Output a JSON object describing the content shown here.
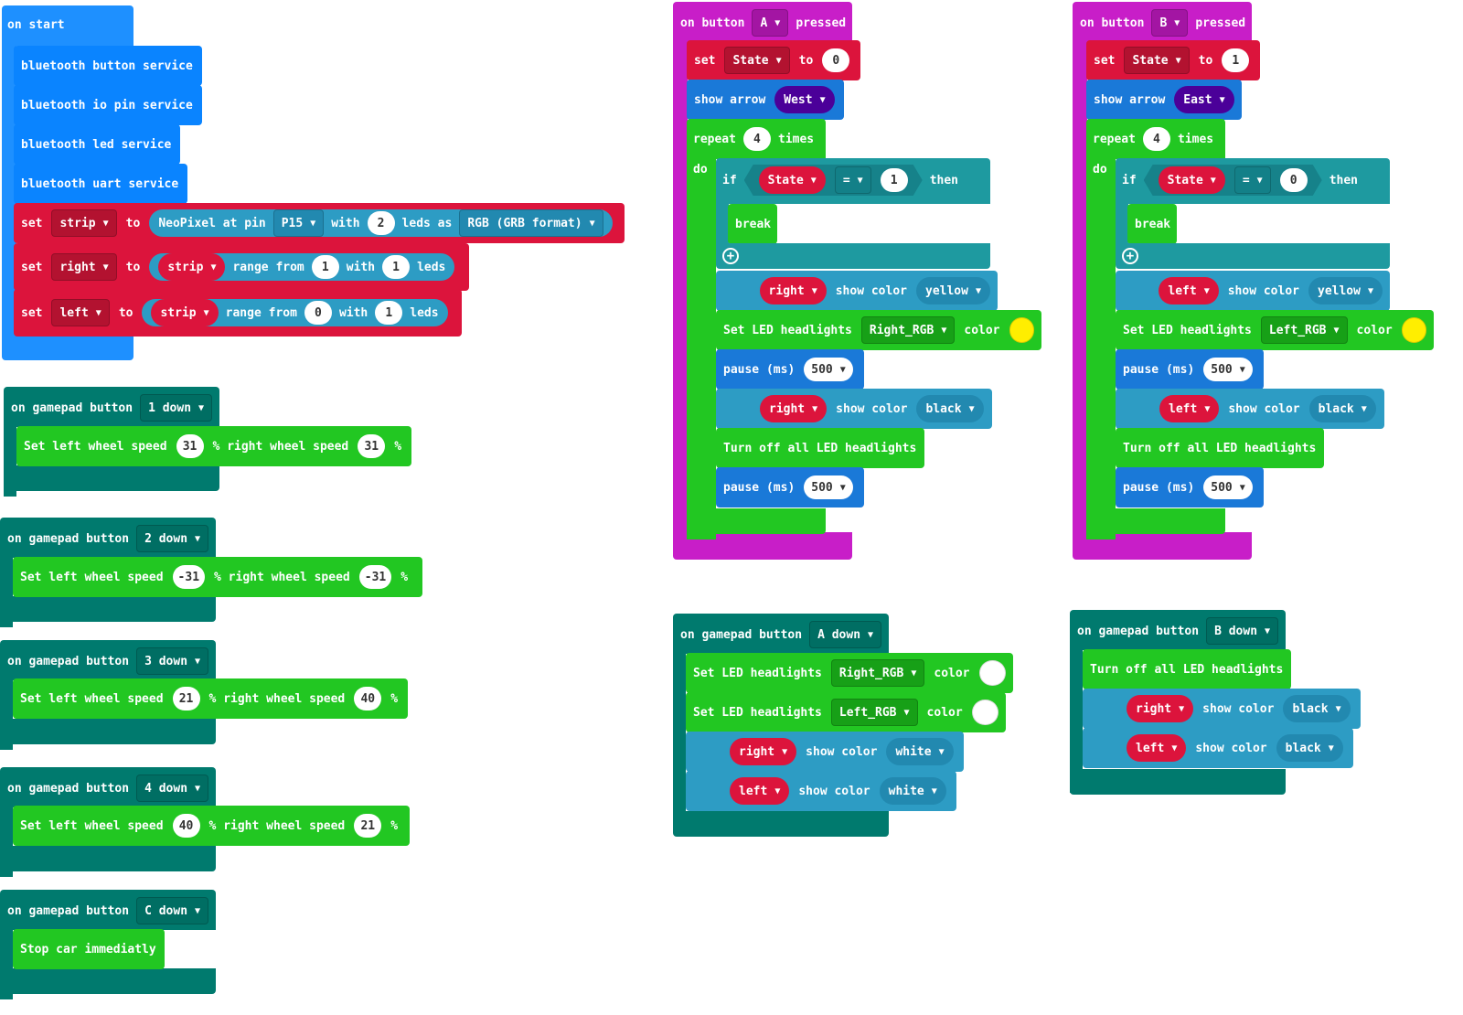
{
  "on_start": {
    "hat": "on start",
    "services": [
      "bluetooth button service",
      "bluetooth io pin service",
      "bluetooth led service",
      "bluetooth uart service"
    ],
    "set_strip": {
      "set": "set",
      "var": "strip",
      "to": "to",
      "neopixel": "NeoPixel at pin",
      "pin": "P15",
      "with": "with",
      "count": "2",
      "leds_as": "leds as",
      "format": "RGB (GRB format)"
    },
    "set_right": {
      "set": "set",
      "var": "right",
      "to": "to",
      "src": "strip",
      "range_from": "range from",
      "from": "1",
      "with": "with",
      "count": "1",
      "leds": "leds"
    },
    "set_left": {
      "set": "set",
      "var": "left",
      "to": "to",
      "src": "strip",
      "range_from": "range from",
      "from": "0",
      "with": "with",
      "count": "1",
      "leds": "leds"
    }
  },
  "gamepad": [
    {
      "hat_prefix": "on gamepad button",
      "button": "1 down",
      "label": "Set left wheel speed",
      "left": "31",
      "mid": "% right wheel speed",
      "right": "31",
      "pct": "%"
    },
    {
      "hat_prefix": "on gamepad button",
      "button": "2 down",
      "label": "Set left wheel speed",
      "left": "-31",
      "mid": "% right wheel speed",
      "right": "-31",
      "pct": "%"
    },
    {
      "hat_prefix": "on gamepad button",
      "button": "3 down",
      "label": "Set left wheel speed",
      "left": "21",
      "mid": "% right wheel speed",
      "right": "40",
      "pct": "%"
    },
    {
      "hat_prefix": "on gamepad button",
      "button": "4 down",
      "label": "Set left wheel speed",
      "left": "40",
      "mid": "% right wheel speed",
      "right": "21",
      "pct": "%"
    }
  ],
  "gamepad_c": {
    "hat_prefix": "on gamepad button",
    "button": "C down",
    "action": "Stop car immediatly"
  },
  "button_a": {
    "on": "on button",
    "btn": "A",
    "pressed": "pressed",
    "set": "set",
    "var": "State",
    "to": "to",
    "value": "0",
    "show_arrow": "show arrow",
    "dir": "West",
    "repeat": "repeat",
    "times_n": "4",
    "times": "times",
    "do": "do",
    "if": "if",
    "cond_var": "State",
    "op": "=",
    "cond_val": "1",
    "then": "then",
    "break": "break",
    "c1_target": "right",
    "show_color": "show color",
    "c1_color": "yellow",
    "set_led": "Set LED headlights",
    "led_name": "Right_RGB",
    "color_lbl": "color",
    "pause": "pause (ms)",
    "pause1": "500",
    "c2_target": "right",
    "c2_color": "black",
    "turn_off": "Turn off all LED headlights",
    "pause2": "500"
  },
  "button_b": {
    "on": "on button",
    "btn": "B",
    "pressed": "pressed",
    "set": "set",
    "var": "State",
    "to": "to",
    "value": "1",
    "show_arrow": "show arrow",
    "dir": "East",
    "repeat": "repeat",
    "times_n": "4",
    "times": "times",
    "do": "do",
    "if": "if",
    "cond_var": "State",
    "op": "=",
    "cond_val": "0",
    "then": "then",
    "break": "break",
    "c1_target": "left",
    "show_color": "show color",
    "c1_color": "yellow",
    "set_led": "Set LED headlights",
    "led_name": "Left_RGB",
    "color_lbl": "color",
    "pause": "pause (ms)",
    "pause1": "500",
    "c2_target": "left",
    "c2_color": "black",
    "turn_off": "Turn off all LED headlights",
    "pause2": "500"
  },
  "gamepad_a": {
    "hat_prefix": "on gamepad button",
    "button": "A down",
    "set_led": "Set LED headlights",
    "led1": "Right_RGB",
    "led2": "Left_RGB",
    "color_lbl": "color",
    "t1": "right",
    "show_color": "show color",
    "col1": "white",
    "t2": "left",
    "col2": "white"
  },
  "gamepad_b": {
    "hat_prefix": "on gamepad button",
    "button": "B down",
    "turn_off": "Turn off all LED headlights",
    "t1": "right",
    "show_color": "show color",
    "col1": "black",
    "t2": "left",
    "col2": "black"
  },
  "icons": {
    "dropdown": "▼",
    "plus": "+"
  },
  "colors": {
    "yellow_swatch": "#ffee00",
    "white_swatch": "#ffffff"
  }
}
